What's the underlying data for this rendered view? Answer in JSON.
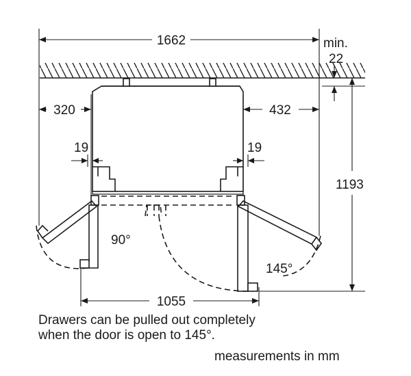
{
  "dimensions": {
    "total_width": "1662",
    "min_label": "min.",
    "min_value": "22",
    "left_clearance": "320",
    "right_clearance": "432",
    "left_gap": "19",
    "right_gap": "19",
    "depth": "1193",
    "open_width": "1055"
  },
  "angles": {
    "left_door": "90°",
    "right_door": "145°"
  },
  "caption": {
    "line1": "Drawers can be pulled out completely",
    "line2": "when the door is open to 145°."
  },
  "units_note": "measurements in mm"
}
